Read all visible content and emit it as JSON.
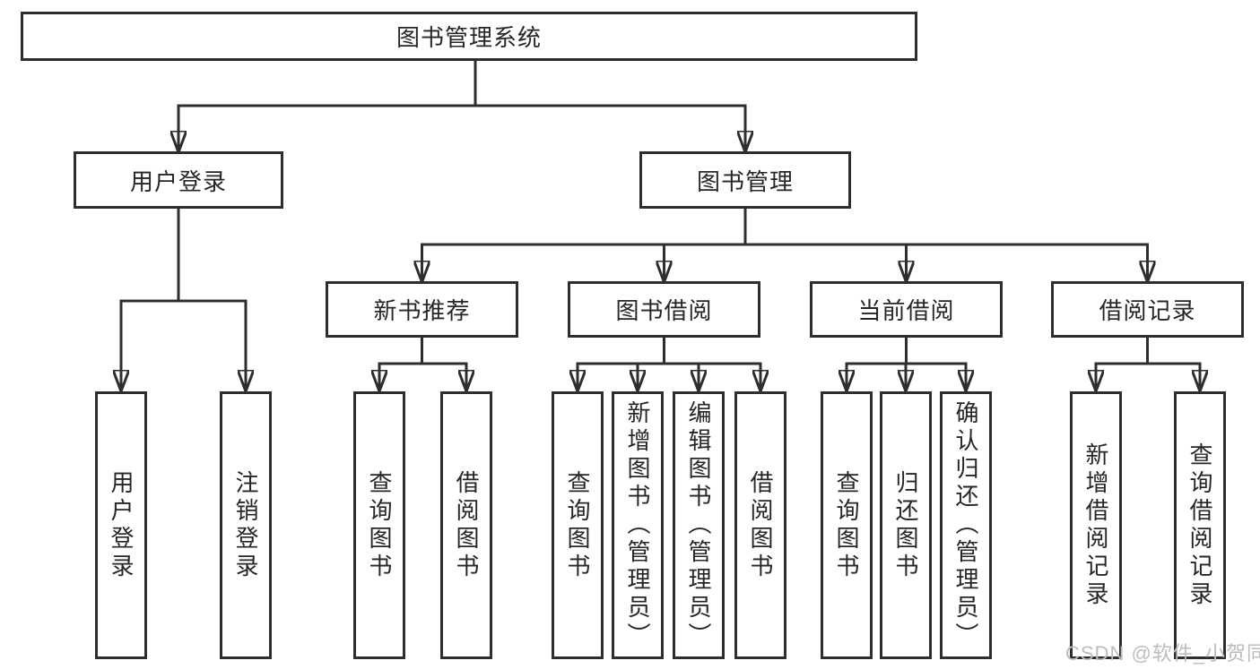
{
  "nodes": {
    "root": "图书管理系统",
    "user_login": "用户登录",
    "book_mgmt": "图书管理",
    "new_book_rec": "新书推荐",
    "book_borrow": "图书借阅",
    "current_borrow": "当前借阅",
    "borrow_records": "借阅记录",
    "leaves": {
      "user_login": [
        "用户登录",
        "注销登录"
      ],
      "new_book_rec": [
        "查询图书",
        "借阅图书"
      ],
      "book_borrow": [
        "查询图书",
        "新增图书（管理员）",
        "编辑图书（管理员）",
        "借阅图书"
      ],
      "current_borrow": [
        "查询图书",
        "归还图书",
        "确认归还（管理员）"
      ],
      "borrow_records": [
        "新增借阅记录",
        "查询借阅记录"
      ]
    }
  },
  "watermark": {
    "text": "CSDN @软件_小贺同学"
  },
  "colors": {
    "line": "#2e2e2e",
    "text": "#262626",
    "box_bg": "#ffffff",
    "watermark": "#bdbdbd"
  }
}
